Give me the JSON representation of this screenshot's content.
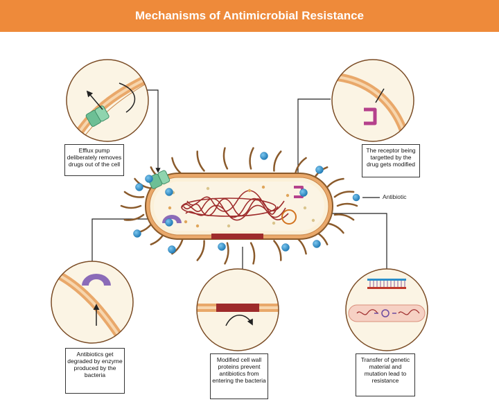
{
  "title": "Mechanisms of Antimicrobial Resistance",
  "legend": {
    "label": "Antibiotic"
  },
  "mechanisms": {
    "efflux": "Efflux pump deliberately removes drugs out of the cell",
    "receptor": "The receptor being targetted by the drug gets modified",
    "enzyme": "Antibiotics get degraded by enzyme produced by the bacteria",
    "cell_wall": "Modified cell wall proteins prevent antibiotics from entering the bacteria",
    "transfer": "Transfer of genetic material and mutation lead to resistance"
  },
  "colors": {
    "banner": "#EE8A3A",
    "cell_membrane": "#E9A86A",
    "cytoplasm": "#FBF4E4",
    "antibiotic": "#2A8FCB",
    "enzyme": "#8B6BB8",
    "efflux_pump": "#6DBF95",
    "receptor": "#B5418C",
    "dna": "#9E2B2B",
    "flagella": "#8A5A2B"
  },
  "icons": [
    "antibiotic-icon",
    "efflux-pump-icon",
    "receptor-icon",
    "enzyme-icon",
    "plasmid-icon",
    "dna-icon"
  ]
}
